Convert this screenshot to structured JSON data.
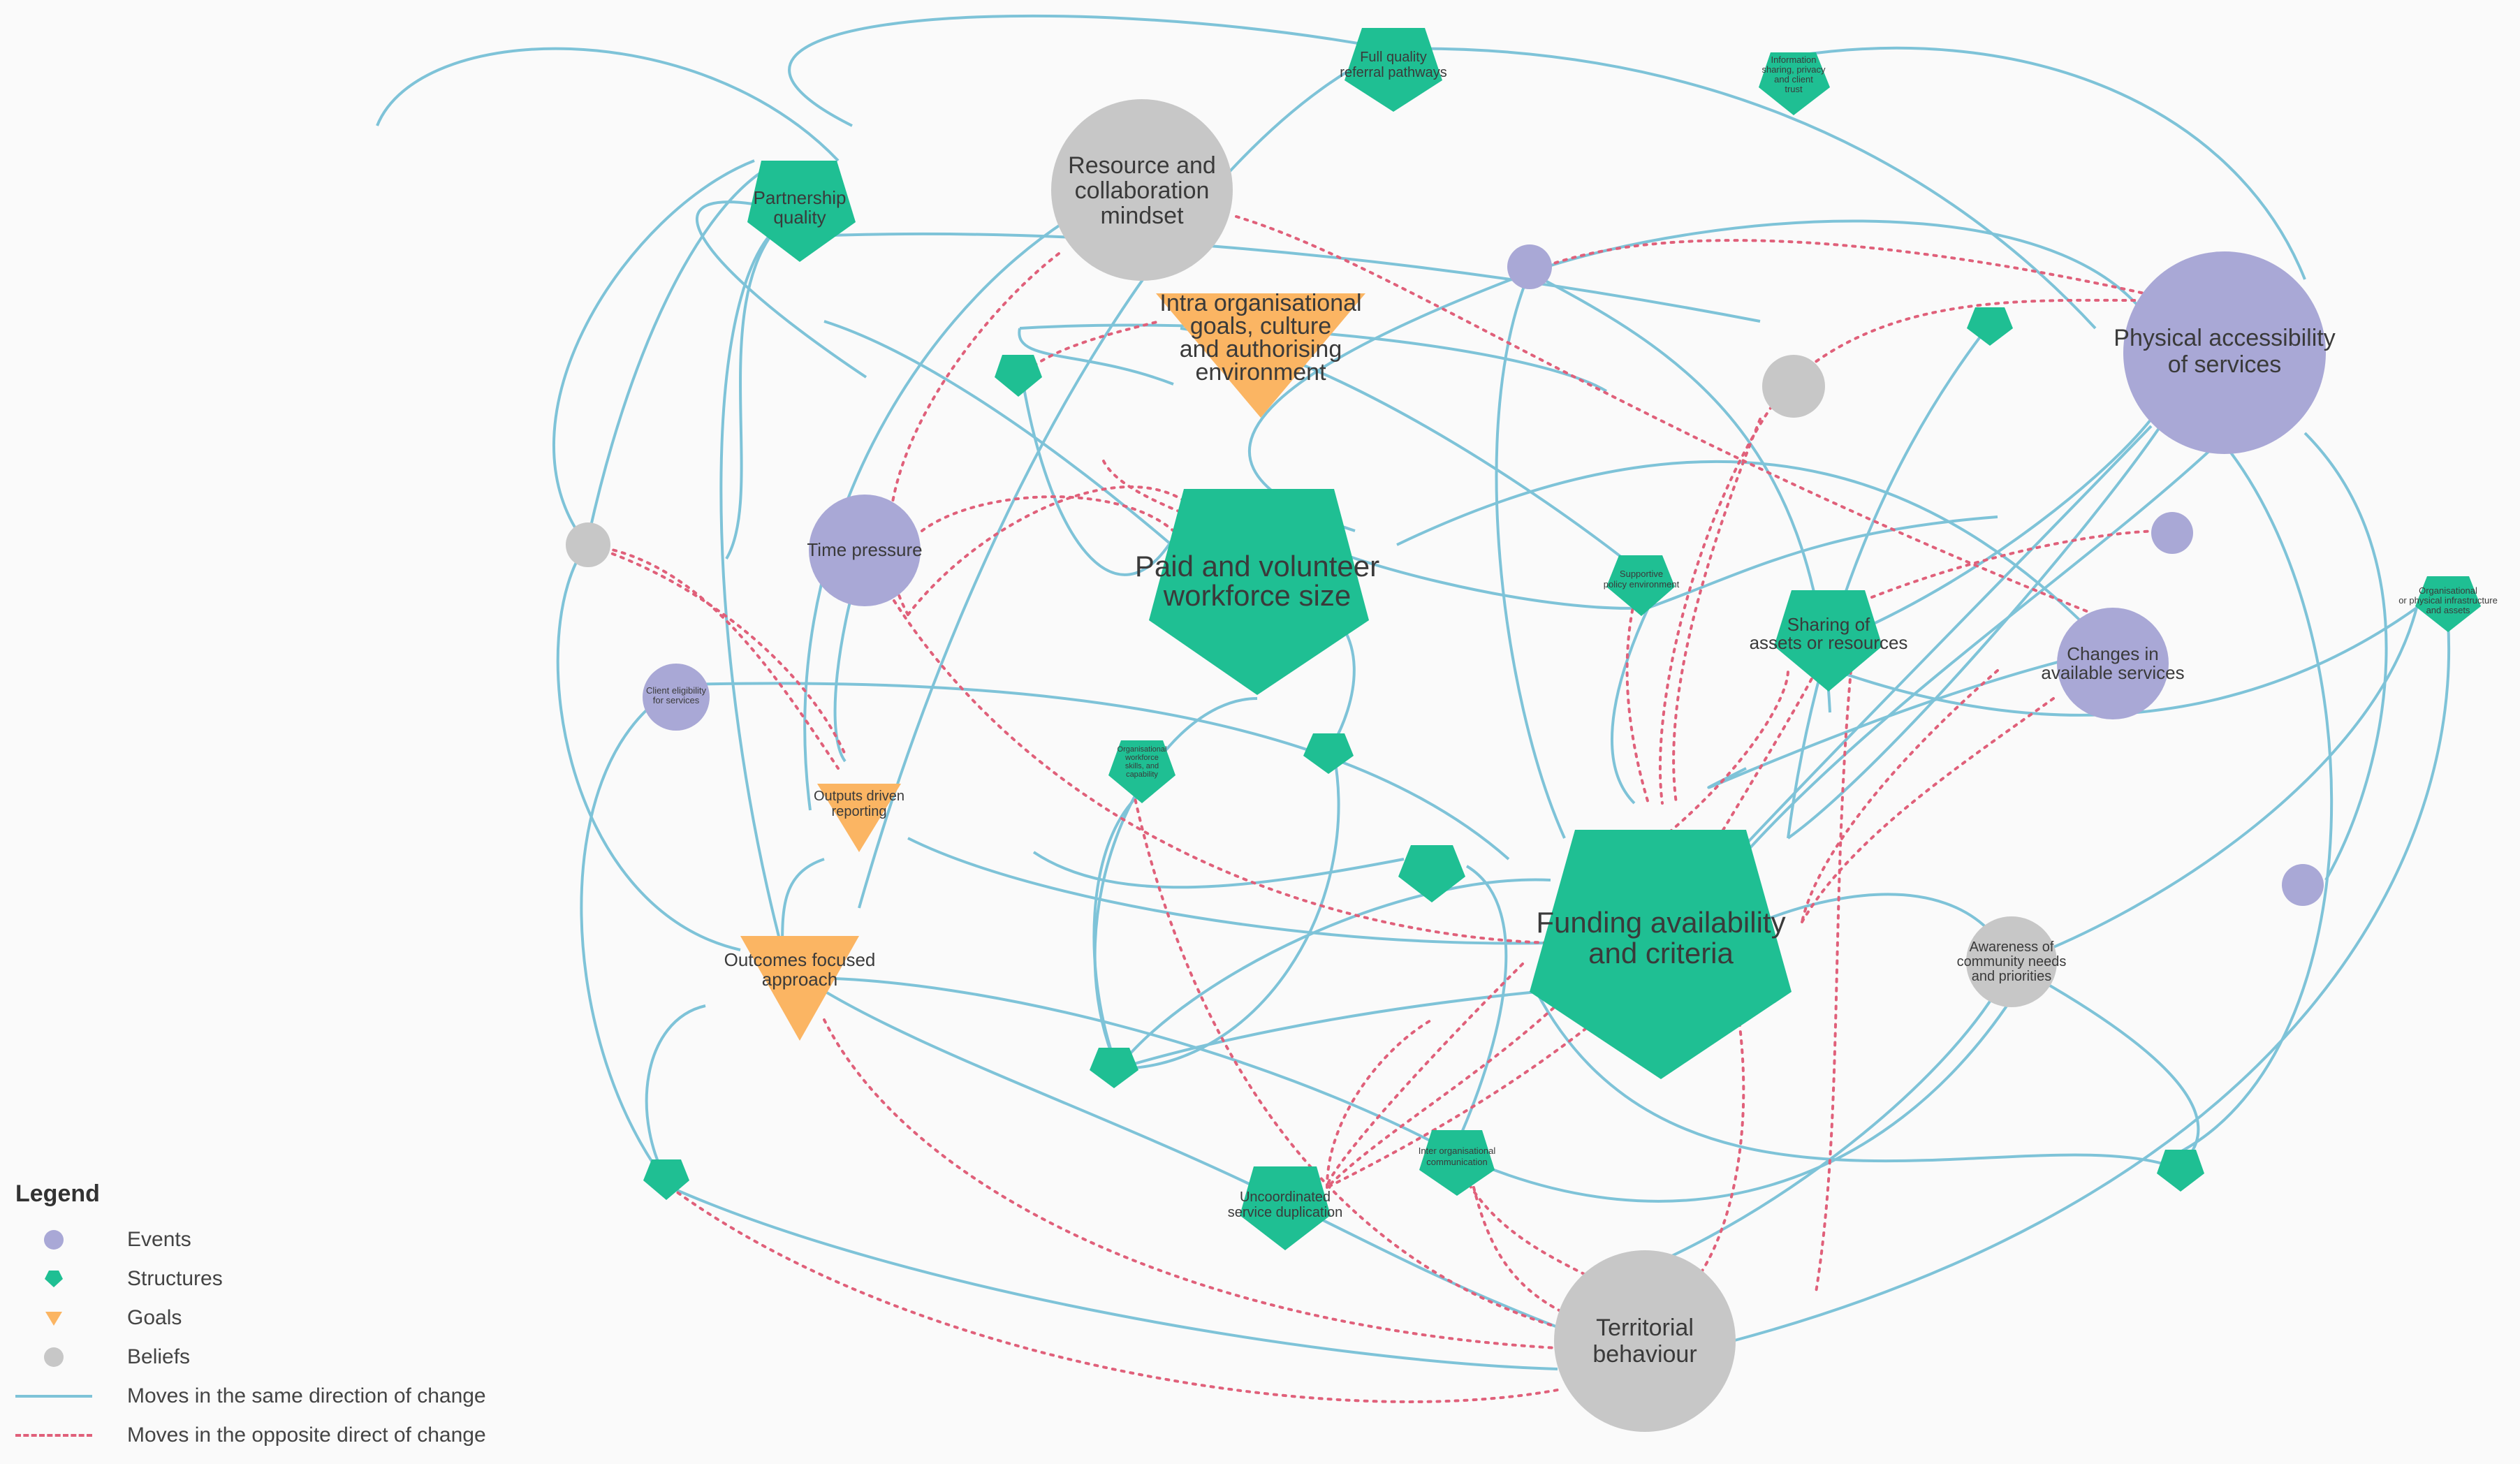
{
  "colors": {
    "event": "#a9a8d6",
    "structure": "#1fbf93",
    "goal": "#fbb563",
    "belief": "#c7c7c7",
    "same_direction": "#7ec3d8",
    "opposite_direction": "#e0607a"
  },
  "nodes": {
    "resource_mindset": {
      "type": "belief",
      "lines": [
        "Resource and",
        "collaboration",
        "mindset"
      ]
    },
    "full_quality_referral": {
      "type": "structure",
      "lines": [
        "Full quality",
        "referral pathways"
      ]
    },
    "information_sharing": {
      "type": "structure",
      "lines": [
        "Information",
        "sharing, privacy",
        "and client",
        "trust"
      ]
    },
    "partnership_quality": {
      "type": "structure",
      "lines": [
        "Partnership",
        "quality"
      ]
    },
    "intra_org_goals": {
      "type": "goal",
      "lines": [
        "Intra organisational",
        "goals, culture",
        "and authorising",
        "environment"
      ]
    },
    "physical_accessibility": {
      "type": "event",
      "lines": [
        "Physical accessibility",
        "of services"
      ]
    },
    "time_pressure": {
      "type": "event",
      "lines": [
        "Time pressure"
      ]
    },
    "paid_volunteer_workforce": {
      "type": "structure",
      "lines": [
        "Paid and volunteer",
        "workforce size"
      ]
    },
    "supportive_policy": {
      "type": "structure",
      "lines": [
        "Supportive",
        "policy environment"
      ]
    },
    "sharing_assets": {
      "type": "structure",
      "lines": [
        "Sharing of",
        "assets or resources"
      ]
    },
    "changes_services": {
      "type": "event",
      "lines": [
        "Changes in",
        "available services"
      ]
    },
    "client_eligibility": {
      "type": "event",
      "lines": [
        "Client eligibility",
        "for services"
      ]
    },
    "outputs_reporting": {
      "type": "goal",
      "lines": [
        "Outputs driven",
        "reporting"
      ]
    },
    "funding_availability": {
      "type": "structure",
      "lines": [
        "Funding availability",
        "and criteria"
      ]
    },
    "outcomes_focused": {
      "type": "goal",
      "lines": [
        "Outcomes focused",
        "approach"
      ]
    },
    "awareness_needs": {
      "type": "belief",
      "lines": [
        "Awareness of",
        "community needs",
        "and priorities"
      ]
    },
    "territorial": {
      "type": "belief",
      "lines": [
        "Territorial",
        "behaviour"
      ]
    },
    "uncoordinated_duplication": {
      "type": "structure",
      "lines": [
        "Uncoordinated",
        "service duplication"
      ]
    },
    "inter_org_communication": {
      "type": "structure",
      "lines": [
        "Inter organisational",
        "communication"
      ]
    },
    "organisational_infrastructure": {
      "type": "structure",
      "lines": [
        "Organisational",
        "or physical infrastructure",
        "and assets"
      ]
    },
    "org_capacity": {
      "type": "structure",
      "lines": [
        "Organisational",
        "workforce",
        "skills, and",
        "capability"
      ]
    }
  },
  "minor_nodes": [
    {
      "id": "small_structure_a",
      "type": "structure"
    },
    {
      "id": "small_structure_b",
      "type": "structure"
    },
    {
      "id": "small_structure_c",
      "type": "structure"
    },
    {
      "id": "small_structure_d",
      "type": "structure"
    },
    {
      "id": "small_structure_e",
      "type": "structure"
    },
    {
      "id": "small_structure_f",
      "type": "structure"
    },
    {
      "id": "small_structure_g",
      "type": "structure"
    },
    {
      "id": "small_event_a",
      "type": "event"
    },
    {
      "id": "small_event_b",
      "type": "event"
    },
    {
      "id": "small_event_c",
      "type": "event"
    },
    {
      "id": "small_belief_a",
      "type": "belief"
    },
    {
      "id": "small_belief_b",
      "type": "belief"
    }
  ],
  "legend": {
    "title": "Legend",
    "events": "Events",
    "structures": "Structures",
    "goals": "Goals",
    "beliefs": "Beliefs",
    "same_direction": "Moves in the same direction of change",
    "opposite_direction": "Moves in the opposite direct of change"
  }
}
